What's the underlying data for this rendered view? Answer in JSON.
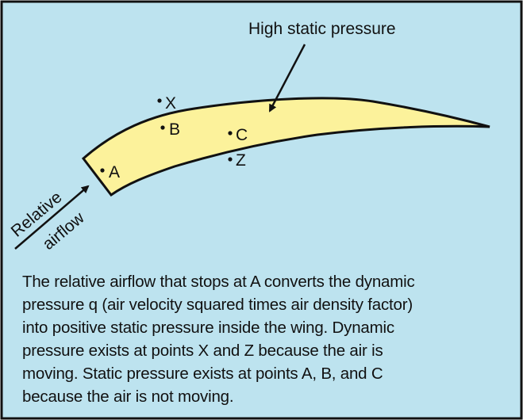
{
  "colors": {
    "background": "#bde3ef",
    "border": "#111111",
    "wing_fill": "#fcf29b",
    "ink": "#111111"
  },
  "labels": {
    "high_static_pressure": "High static pressure",
    "point_x": "X",
    "point_b": "B",
    "point_c": "C",
    "point_z": "Z",
    "point_a": "A",
    "relative": "Relative",
    "airflow": "airflow"
  },
  "caption": {
    "lines": [
      "The relative airflow that stops at A converts the dynamic",
      "pressure q (air velocity squared times air density factor)",
      "into positive static pressure inside the wing. Dynamic",
      "pressure exists at points X and Z because the air is",
      "moving. Static pressure exists at points A, B, and C",
      "because the air is not moving."
    ]
  }
}
